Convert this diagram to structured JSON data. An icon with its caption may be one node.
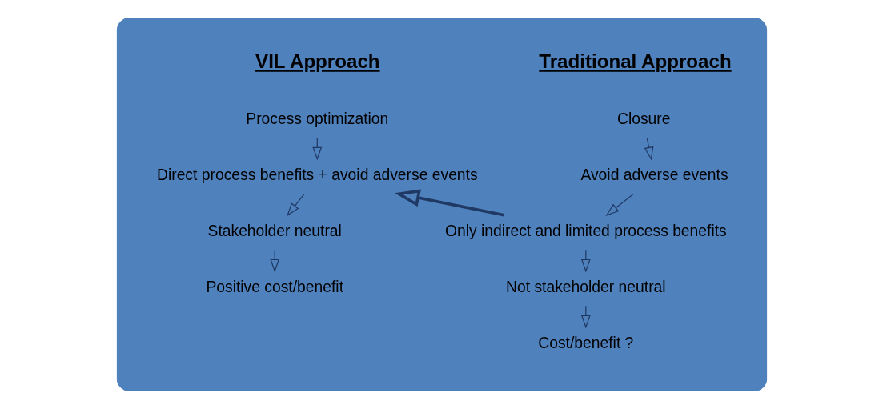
{
  "diagram": {
    "nodes": [
      {
        "text": [],
        "shape": "box"
      },
      {
        "text": [
          "Traditional Approach"
        ],
        "in": 0
      },
      {
        "text": [
          "Closure"
        ],
        "in": 0
      },
      {
        "text": [
          "Avoid adverse events"
        ],
        "in": 0
      },
      {
        "text": [
          "Only indirect and limited process benefits"
        ],
        "in": 0
      },
      {
        "text": [
          "Not stakeholder neutral"
        ],
        "in": 0
      },
      {
        "text": [
          "Cost/benefit ?"
        ],
        "in": 0
      },
      {
        "text": [
          "VIL Approach"
        ],
        "in": 0
      },
      {
        "text": [
          "Process optimization"
        ],
        "in": 0
      },
      {
        "text": [
          "Direct process benefits + avoid adverse events"
        ],
        "in": 0
      },
      {
        "text": [
          "Stakeholder neutral"
        ],
        "in": 0
      },
      {
        "text": [
          "Positive cost/benefit"
        ],
        "in": 0
      }
    ],
    "edges": [
      {
        "from": 2,
        "to": 3,
        "arrow": "to"
      },
      {
        "from": 3,
        "to": 4,
        "arrow": "to"
      },
      {
        "from": 4,
        "to": 5,
        "arrow": "to"
      },
      {
        "from": 5,
        "to": 6,
        "arrow": "to"
      },
      {
        "from": 8,
        "to": 9,
        "arrow": "to"
      },
      {
        "from": 9,
        "to": 10,
        "arrow": "to"
      },
      {
        "from": 10,
        "to": 11,
        "arrow": "to"
      },
      {
        "from": 4,
        "to": 9,
        "arrow": "to",
        "style": "thick"
      }
    ]
  }
}
